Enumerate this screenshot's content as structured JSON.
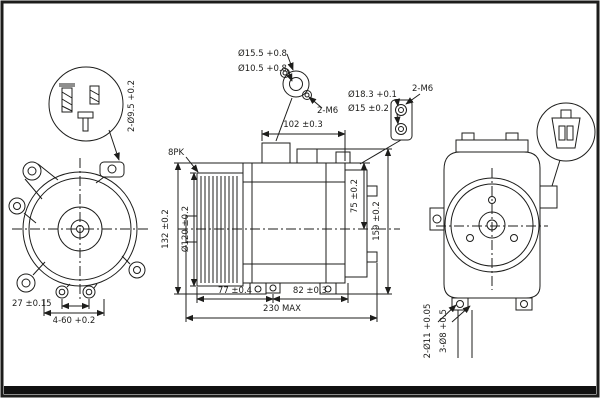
{
  "drawing": {
    "title": "AC compressor technical drawing (3 views with detail callouts)",
    "line_color": "#1d1d1b",
    "background_color": "#ffffff"
  },
  "labels": {
    "detail_bolt_holes": "2-Ø9.5 +0.2",
    "port_a_outer": "Ø15.5 +0.8",
    "port_a_inner": "Ø10.5 +0.8",
    "port_a_bolts": "2-M6",
    "port_b_outer": "Ø18.3 +0.1",
    "port_b_inner": "Ø15 ±0.2",
    "port_b_bolts": "2-M6",
    "belt_type": "8PK",
    "dim_top_width": "102 ±0.3",
    "dim_pulley_dia": "Ø120 ±0.2",
    "dim_body_height": "132 ±0.2",
    "dim_center_height": "75 ±0.2",
    "dim_total_height": "159 ±0.2",
    "dim_front_length": "77 ±0.4",
    "dim_rear_length": "82 ±0.3",
    "dim_total_length": "230 MAX",
    "dim_hole_spacing": "27 ±0.15",
    "dim_mount_spacing": "4-60 +0.2",
    "dim_mount_holes_a": "2-Ø11 +0.05",
    "dim_mount_holes_b": "3-Ø8 +0.5"
  }
}
